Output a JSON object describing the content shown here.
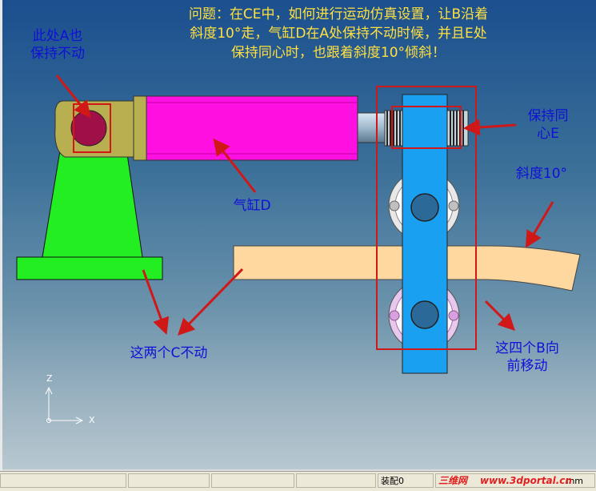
{
  "question": {
    "line1": "问题：在CE中，如何进行运动仿真设置，让B沿着",
    "line2": "斜度10°走，气缸D在A处保持不动时候，并且E处",
    "line3": "保持同心时，也跟着斜度10°倾斜！"
  },
  "labels": {
    "a_line1": "此处A也",
    "a_line2": "保持不动",
    "e_line1": "保持同",
    "e_line2": "心E",
    "slope": "斜度10°",
    "cylinder": "气缸D",
    "c_parts": "这两个C不动",
    "b_line1": "这四个B向",
    "b_line2": "前移动"
  },
  "axes": {
    "z": "Z",
    "x": "X"
  },
  "statusbar": {
    "assembly": "装配0",
    "units": "mm"
  },
  "watermark": {
    "cn": "三维网",
    "url": "www.3dportal.cn"
  },
  "colors": {
    "question_text": "#ffe040",
    "label_text": "#1010d8",
    "annotation_arrow": "#d01818",
    "bracket": "#22ee22",
    "cylinder": "#ff10e0",
    "slider_bar": "#1aa0f0",
    "rail": "#ffd8a0"
  }
}
